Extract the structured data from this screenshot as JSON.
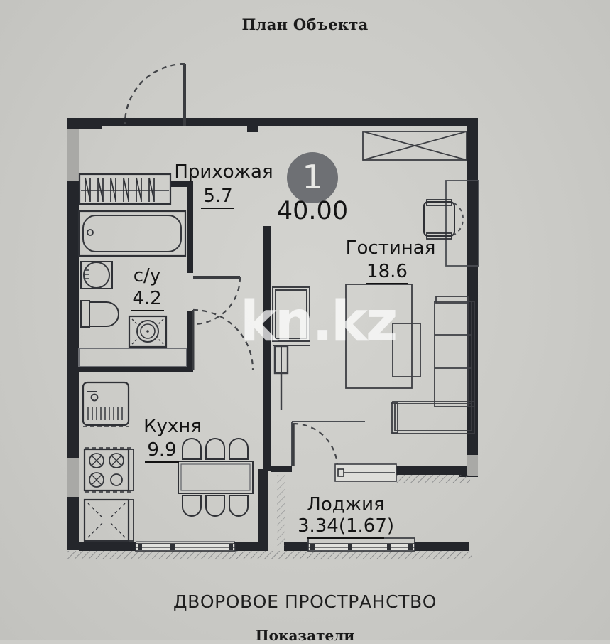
{
  "header": {
    "title": "План Объекта"
  },
  "footer": {
    "yard_label": "ДВОРОВОЕ ПРОСТРАНСТВО",
    "indicators_label": "Показатели"
  },
  "watermark": {
    "text": "kn.kz"
  },
  "badge": {
    "number": "1",
    "total_area": "40.00"
  },
  "rooms": [
    {
      "key": "hall",
      "name": "Прихожая",
      "area": "5.7"
    },
    {
      "key": "bath",
      "name": "с/у",
      "area": "4.2"
    },
    {
      "key": "kitchen",
      "name": "Кухня",
      "area": "9.9"
    },
    {
      "key": "living",
      "name": "Гостиная",
      "area": "18.6"
    },
    {
      "key": "loggia",
      "name": "Лоджия",
      "area": "3.34(1.67)"
    }
  ],
  "colors": {
    "paper": "#cdcdc9",
    "wall": "#24262b",
    "line": "#4a4d52",
    "text": "#1a1a1a",
    "badge": "#6e7074"
  },
  "fixtures": [
    {
      "name": "entrance-door",
      "room": "hall"
    },
    {
      "name": "wardrobe",
      "room": "hall"
    },
    {
      "name": "bathtub",
      "room": "bath"
    },
    {
      "name": "washbasin",
      "room": "bath"
    },
    {
      "name": "toilet",
      "room": "bath"
    },
    {
      "name": "washing-machine",
      "room": "bath"
    },
    {
      "name": "bathroom-door",
      "room": "bath"
    },
    {
      "name": "kitchen-sink",
      "room": "kitchen"
    },
    {
      "name": "cooktop",
      "room": "kitchen"
    },
    {
      "name": "refrigerator",
      "room": "kitchen"
    },
    {
      "name": "dining-table",
      "room": "kitchen"
    },
    {
      "name": "dining-chair",
      "room": "kitchen"
    },
    {
      "name": "sofa",
      "room": "living"
    },
    {
      "name": "armchair",
      "room": "living"
    },
    {
      "name": "desk",
      "room": "living"
    },
    {
      "name": "bed",
      "room": "living"
    },
    {
      "name": "storage-cabinet",
      "room": "living"
    },
    {
      "name": "built-in-closet",
      "room": "living"
    },
    {
      "name": "balcony-door",
      "room": "loggia"
    },
    {
      "name": "balcony-railing",
      "room": "loggia"
    },
    {
      "name": "window",
      "room": "kitchen"
    }
  ]
}
